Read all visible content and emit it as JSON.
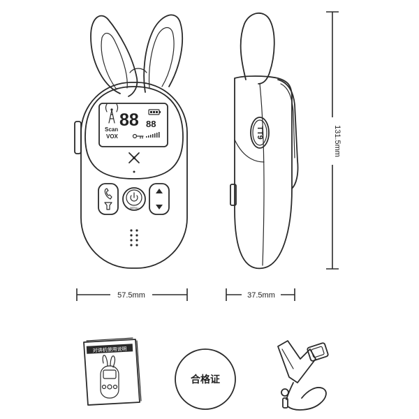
{
  "colors": {
    "line": "#2a2a2a",
    "background": "#ffffff",
    "text": "#222222"
  },
  "device_front": {
    "display": {
      "digits_large": "88",
      "digits_small": "88",
      "labels": [
        "Scan",
        "VOX"
      ]
    },
    "menu_label": "MENU"
  },
  "device_side": {
    "model_label": "TT9"
  },
  "dimensions": {
    "front_width": "57.5mm",
    "side_depth": "37.5mm",
    "height": "131.5mm"
  },
  "accessories": {
    "manual_title": "对讲机使用说明",
    "certificate_label": "合格证"
  },
  "icons": [
    "rabbit-ear-icon",
    "antenna-tower-icon",
    "battery-icon",
    "key-icon",
    "signal-bars-icon",
    "logo-x-icon",
    "phone-icon",
    "flashlight-icon",
    "power-icon",
    "up-down-arrow-icon",
    "speaker-grille-icon",
    "lanyard-icon"
  ]
}
